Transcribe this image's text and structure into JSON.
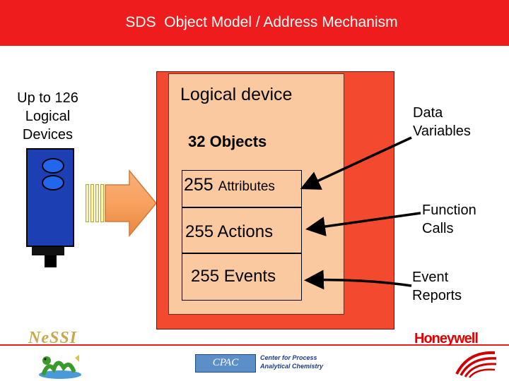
{
  "title": "SDS  Object Model / Address Mechanism",
  "left_label": "Up to 126\nLogical\nDevices",
  "logical_device": {
    "label": "Logical device",
    "objects": "32 Objects",
    "attributes_number": "255",
    "attributes_word": "Attributes",
    "actions": "255 Actions",
    "events": "255 Events"
  },
  "callouts": {
    "data_variables": "Data\nVariables",
    "function_calls": "Function\nCalls",
    "event_reports": "Event\nReports"
  },
  "footer": {
    "nessi": "NeSSI",
    "cpac_badge": "CPAC",
    "cpac_line1": "Center for Process",
    "cpac_line2": "Analytical Chemistry",
    "honeywell": "Honeywell"
  },
  "colors": {
    "title_bar": "#ee1c1c",
    "outer_box": "#f34a2f",
    "inner_box": "#fbc9a0",
    "device_body": "#1c3fb3",
    "big_arrow": "#f9a160"
  }
}
